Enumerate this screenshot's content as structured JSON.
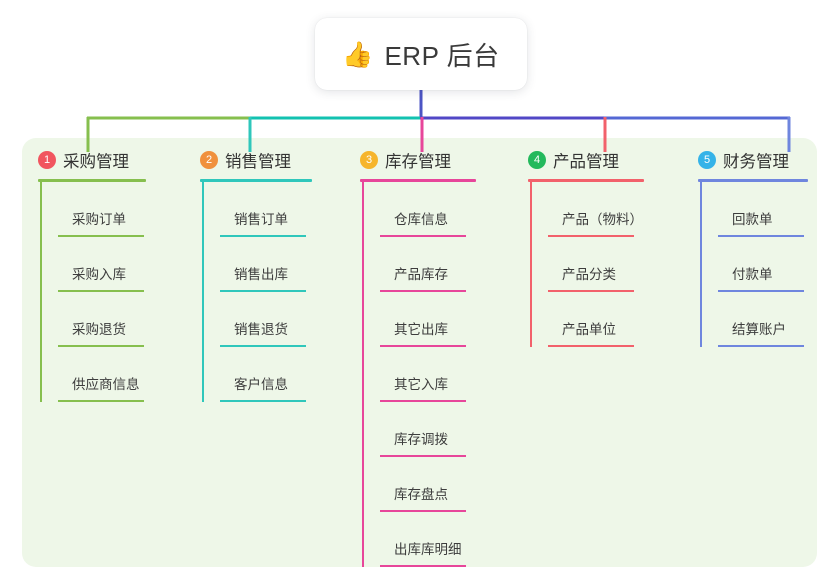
{
  "root": {
    "icon": "thumbs-up-icon",
    "icon_glyph": "👍",
    "title": "ERP 后台"
  },
  "panel": {
    "background": "#eef7e8"
  },
  "connector_colors": {
    "trunk": "#4c54c4",
    "segment_green": "#7cbb3f",
    "segment_teal": "#12c2b0",
    "segment_indigo": "#5147c6",
    "segment_blue": "#5468d4"
  },
  "columns": [
    {
      "number": "1",
      "title": "采购管理",
      "badge_color": "#f1555f",
      "line_color": "#86bf4e",
      "items": [
        {
          "label": "采购订单"
        },
        {
          "label": "采购入库"
        },
        {
          "label": "采购退货"
        },
        {
          "label": "供应商信息"
        }
      ]
    },
    {
      "number": "2",
      "title": "销售管理",
      "badge_color": "#f0913d",
      "line_color": "#2fc7bb",
      "items": [
        {
          "label": "销售订单"
        },
        {
          "label": "销售出库"
        },
        {
          "label": "销售退货"
        },
        {
          "label": "客户信息"
        }
      ]
    },
    {
      "number": "3",
      "title": "库存管理",
      "badge_color": "#f6b52c",
      "line_color": "#e7469a",
      "items": [
        {
          "label": "仓库信息"
        },
        {
          "label": "产品库存"
        },
        {
          "label": "其它出库"
        },
        {
          "label": "其它入库"
        },
        {
          "label": "库存调拨"
        },
        {
          "label": "库存盘点"
        },
        {
          "label": "出库库明细"
        }
      ]
    },
    {
      "number": "4",
      "title": "产品管理",
      "badge_color": "#23b95c",
      "line_color": "#f2616b",
      "items": [
        {
          "label": "产品（物料）"
        },
        {
          "label": "产品分类"
        },
        {
          "label": "产品单位"
        }
      ]
    },
    {
      "number": "5",
      "title": "财务管理",
      "badge_color": "#35b3e8",
      "line_color": "#6f86de",
      "items": [
        {
          "label": "回款单"
        },
        {
          "label": "付款单"
        },
        {
          "label": "结算账户"
        }
      ]
    }
  ]
}
